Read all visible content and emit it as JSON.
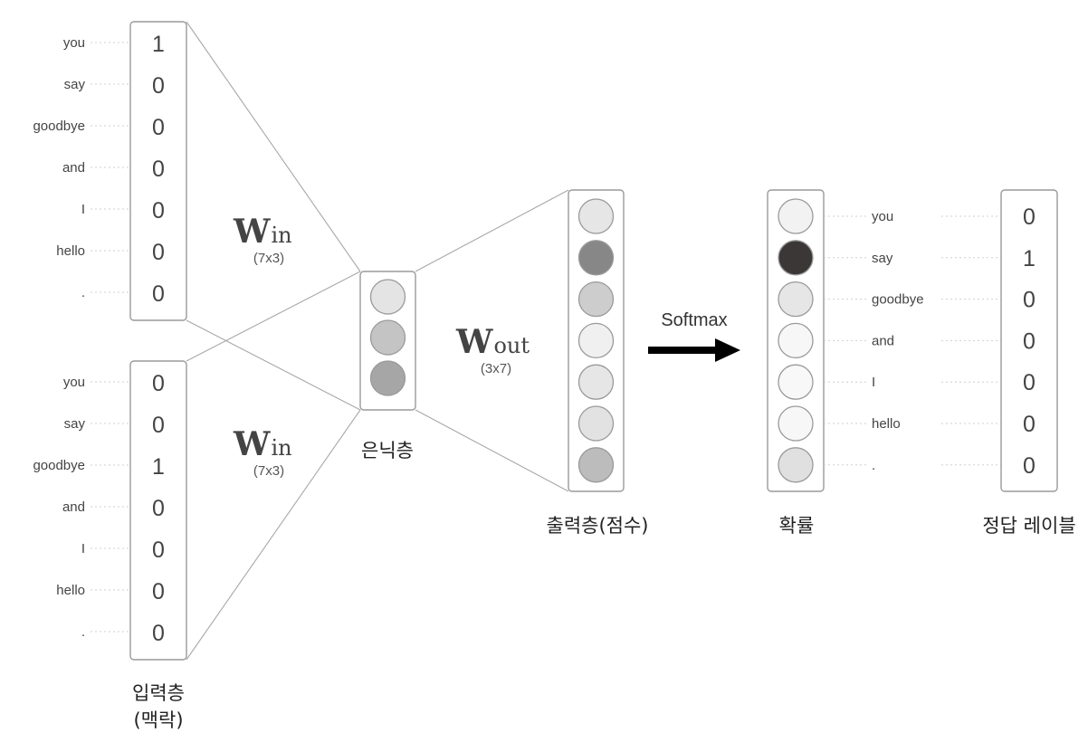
{
  "vocab": [
    "you",
    "say",
    "goodbye",
    "and",
    "I",
    "hello",
    "."
  ],
  "input_context_1": [
    "1",
    "0",
    "0",
    "0",
    "0",
    "0",
    "0"
  ],
  "input_context_2": [
    "0",
    "0",
    "1",
    "0",
    "0",
    "0",
    "0"
  ],
  "answer_label": [
    "0",
    "1",
    "0",
    "0",
    "0",
    "0",
    "0"
  ],
  "weights": {
    "win_main": "W",
    "win_sub": "in",
    "win_dim": "(7x3)",
    "wout_main": "W",
    "wout_sub": "out",
    "wout_dim": "(3x7)"
  },
  "softmax_label": "Softmax",
  "labels": {
    "input_layer_line1": "입력층",
    "input_layer_line2": "(맥락)",
    "hidden_layer": "은닉층",
    "output_layer": "출력층(점수)",
    "probability": "확률",
    "answer_label": "정답 레이블"
  },
  "colors": {
    "hidden": [
      "#e4e4e4",
      "#c4c4c4",
      "#a6a6a6"
    ],
    "output_scores": [
      "#e6e6e6",
      "#878787",
      "#cdcdcd",
      "#f0f0f0",
      "#e6e6e6",
      "#e2e2e2",
      "#bcbcbc"
    ],
    "probabilities": [
      "#f2f2f2",
      "#3a3736",
      "#e6e6e6",
      "#f7f7f7",
      "#f8f8f8",
      "#f7f7f7",
      "#e0e0e0"
    ],
    "arrow": "#000000"
  }
}
